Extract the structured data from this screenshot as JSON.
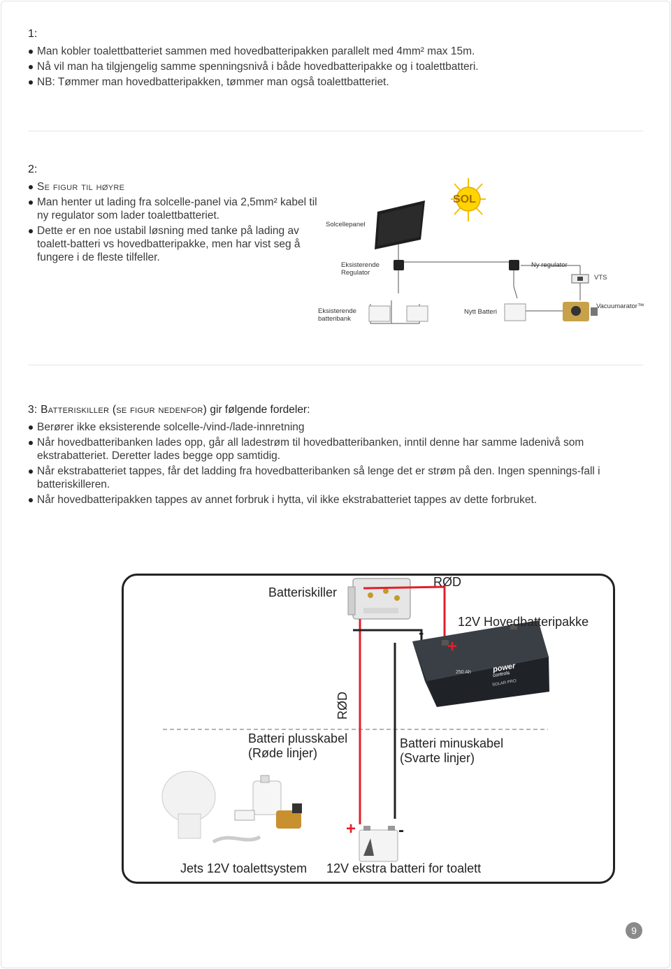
{
  "section1": {
    "heading": "1:",
    "bullets": [
      "Man kobler toalettbatteriet sammen med hovedbatteripakken parallelt med 4mm² max 15m.",
      "Nå vil man ha tilgjengelig samme spenningsnivå i både hovedbatteripakke og i toalettbatteri.",
      "NB: Tømmer man hovedbatteripakken, tømmer man også toalettbatteriet."
    ]
  },
  "section2": {
    "heading": "2:",
    "bullets": [
      "Se figur til høyre",
      "Man henter ut lading fra solcelle-panel via 2,5mm² kabel til ny regulator som lader toalettbatteriet.",
      "Dette er en noe ustabil løsning med tanke på lading av toalett-batteri vs hovedbatteripakke, men har vist seg å fungere i de fleste tilfeller."
    ]
  },
  "figure2": {
    "sun": "SOL",
    "solar_panel": "Solcellepanel",
    "existing_regulator_1": "Eksisterende",
    "existing_regulator_2": "Regulator",
    "new_regulator": "Ny regulator",
    "vts": "VTS",
    "existing_bank_1": "Eksisterende",
    "existing_bank_2": "batteribank",
    "new_battery": "Nytt Batteri",
    "vacuum": "Vacuumarator™"
  },
  "section3": {
    "heading_bold": "3: Batteriskiller (se figur nedenfor)",
    "heading_rest": " gir følgende fordeler:",
    "bullets": [
      "Berører ikke eksisterende solcelle-/vind-/lade-innretning",
      "Når hovedbatteribanken lades opp, går all ladestrøm til hovedbatteribanken, inntil denne har samme ladenivå som ekstrabatteriet. Deretter lades begge opp samtidig.",
      "Når ekstrabatteriet tappes, får det ladding fra hovedbatteribanken så lenge det er strøm på den. Ingen spennings-fall i batteriskilleren.",
      "Når hovedbatteripakken tappes av annet forbruk i hytta, vil ikke ekstrabatteriet tappes av dette forbruket."
    ]
  },
  "figure3": {
    "batteriskiller": "Batteriskiller",
    "rod_top": "RØD",
    "main_pack": "12V Hovedbatteripakke",
    "minus_top": "-",
    "plus_top": "+",
    "rod_vertical": "RØD",
    "plus_cable_1": "Batteri plusskabel",
    "plus_cable_2": "(Røde linjer)",
    "minus_cable_1": "Batteri minuskabel",
    "minus_cable_2": "(Svarte linjer)",
    "plus_bottom": "+",
    "minus_bottom": "-",
    "toilet_system": "Jets 12V toalettsystem",
    "extra_battery": "12V ekstra batteri for toalett",
    "battery_capacity": "250 Ah",
    "battery_brand_1": "power",
    "battery_brand_2": "controls",
    "battery_model": "SOLAR PRO"
  },
  "page_number": "9",
  "colors": {
    "red": "#e0202a",
    "dark": "#222222",
    "gray_badge": "#8a8a8a"
  }
}
